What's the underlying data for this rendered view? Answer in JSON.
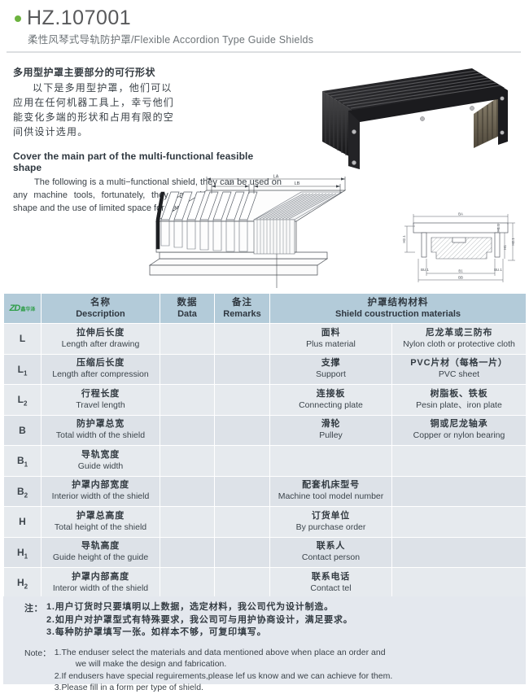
{
  "header": {
    "doc_code": "HZ.107001",
    "subtitle": "柔性风琴式导轨防护罩/Flexible Accordion Type Guide Shields",
    "bullet_color": "#6cb33f"
  },
  "intro": {
    "cn_heading": "多用型护罩主要部分的可行形状",
    "cn_lines": [
      "以下是多用型护罩，他们可以",
      "应用在任何机器工具上，幸亏他们",
      "能变化多端的形状和占用有限的空",
      "间供设计选用。"
    ],
    "en_heading": "Cover the main part of the multi-functional feasible shape",
    "en_body": "The following is a multi−functional shield, they can be used on any machine tools, fortunately, they can change multiterminal shape and the use of limited space for design."
  },
  "drawings": {
    "isometric_labels": [
      "LA",
      "LZ",
      "LB"
    ],
    "section_labels": [
      "BA",
      "BB",
      "B1",
      "BU.1",
      "BU.1",
      "H1",
      "H1.1",
      "H2.1",
      "H2.1"
    ]
  },
  "table": {
    "logo_glyph": "ZD",
    "logo_cn": "鑫华泽",
    "headers": [
      {
        "cn": "名称",
        "en": "Description"
      },
      {
        "cn": "数据",
        "en": "Data"
      },
      {
        "cn": "备注",
        "en": "Remarks"
      },
      {
        "cn": "护罩结构材料",
        "en": "Shield coustruction materials"
      }
    ],
    "rows": [
      {
        "sym": "L",
        "sym_sub": "",
        "desc_cn": "拉伸后长度",
        "desc_en": "Length after drawing",
        "data": "",
        "remarks": "",
        "mat_cn": "面料",
        "mat_en": "Plus material",
        "matv_cn": "尼龙革或三防布",
        "matv_en": "Nylon cloth or protective cloth"
      },
      {
        "sym": "L",
        "sym_sub": "1",
        "desc_cn": "压缩后长度",
        "desc_en": "Length after compression",
        "data": "",
        "remarks": "",
        "mat_cn": "支撑",
        "mat_en": "Support",
        "matv_cn": "PVC片材（每格一片）",
        "matv_en": "PVC sheet"
      },
      {
        "sym": "L",
        "sym_sub": "2",
        "desc_cn": "行程长度",
        "desc_en": "Travel length",
        "data": "",
        "remarks": "",
        "mat_cn": "连接板",
        "mat_en": "Connecting plate",
        "matv_cn": "树脂板、铁板",
        "matv_en": "Pesin plate、iron plate"
      },
      {
        "sym": "B",
        "sym_sub": "",
        "desc_cn": "防护罩总宽",
        "desc_en": "Total width of the shield",
        "data": "",
        "remarks": "",
        "mat_cn": "滑轮",
        "mat_en": "Pulley",
        "matv_cn": "铜或尼龙轴承",
        "matv_en": "Copper or nylon bearing"
      },
      {
        "sym": "B",
        "sym_sub": "1",
        "desc_cn": "导轨宽度",
        "desc_en": "Guide width",
        "data": "",
        "remarks": "",
        "mat_cn": "",
        "mat_en": "",
        "matv_cn": "",
        "matv_en": ""
      },
      {
        "sym": "B",
        "sym_sub": "2",
        "desc_cn": "护罩内部宽度",
        "desc_en": "Interior width of the shield",
        "data": "",
        "remarks": "",
        "span_cn": "配套机床型号",
        "span_en": "Machine tool model number"
      },
      {
        "sym": "H",
        "sym_sub": "",
        "desc_cn": "护罩总高度",
        "desc_en": "Total height of the shield",
        "data": "",
        "remarks": "",
        "span_cn": "订货单位",
        "span_en": "By purchase order"
      },
      {
        "sym": "H",
        "sym_sub": "1",
        "desc_cn": "导轨高度",
        "desc_en": "Guide height of the guide",
        "data": "",
        "remarks": "",
        "span_cn": "联系人",
        "span_en": "Contact person"
      },
      {
        "sym": "H",
        "sym_sub": "2",
        "desc_cn": "护罩内部高度",
        "desc_en": "Interor width of the shield",
        "data": "",
        "remarks": "",
        "span_cn": "联系电话",
        "span_en": "Contact tel"
      }
    ]
  },
  "notes": {
    "cn_label": "注：",
    "cn_items": [
      "1.用户订货时只要填明以上数据，选定材料，我公司代为设计制造。",
      "2.如用户对护罩型式有特殊要求，我公司可与用护协商设计，满足要求。",
      "3.每种防护罩填写一张。如样本不够，可复印填写。"
    ],
    "en_label": "Note：",
    "en_items": [
      "1.The enduser select the materials and data mentioned above when place an order and",
      "we will make the design and fabrication.",
      "2.If endusers have special reguirements,please lef us know and we can achieve for them.",
      "3.Please fill in a form per type of shield."
    ]
  }
}
